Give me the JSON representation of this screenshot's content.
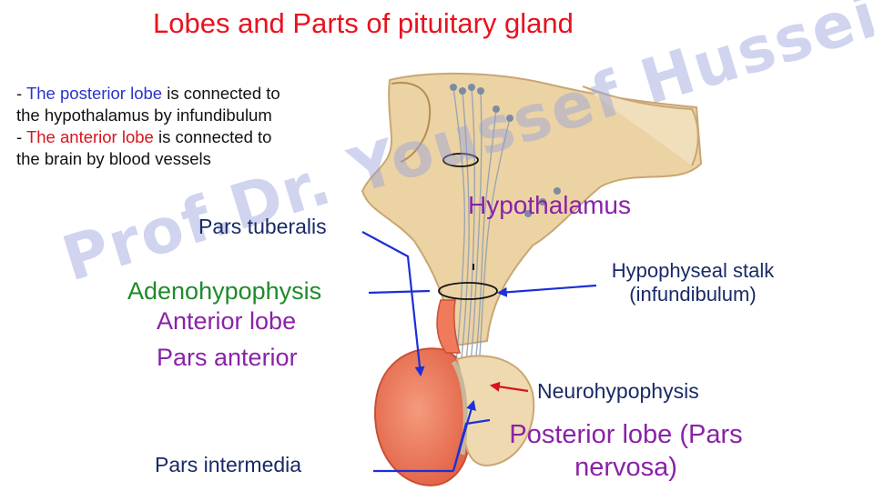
{
  "title": "Lobes and Parts of pituitary gland",
  "intro": {
    "line1_prefix": "- ",
    "line1_highlight": "The posterior lobe",
    "line1_rest": " is connected to",
    "line2": "the hypothalamus by infundibulum",
    "line3_prefix": "- ",
    "line3_highlight": "The anterior lobe",
    "line3_rest": " is connected to",
    "line4": "the brain by blood vessels"
  },
  "labels": {
    "pars_tuberalis": "Pars tuberalis",
    "adenohypophysis": "Adenohypophysis",
    "anterior_lobe": "Anterior lobe",
    "pars_anterior": "Pars anterior",
    "pars_intermedia": "Pars intermedia",
    "hypothalamus": "Hypothalamus",
    "stalk_line1": "Hypophyseal stalk",
    "stalk_line2": "(infundibulum)",
    "neurohypophysis": "Neurohypophysis",
    "posterior_line1": "Posterior lobe (Pars",
    "posterior_line2": "nervosa)"
  },
  "watermark": "Prof.Dr. Youssef Hussein",
  "colors": {
    "title": "#e8121f",
    "highlight_posterior": "#2a35c8",
    "highlight_anterior": "#d8141c",
    "label_navy": "#1a2a66",
    "label_green": "#1f8a2a",
    "label_purple": "#8a22a8",
    "arrow_blue": "#1c2fd8",
    "tissue": "#e9ce9c",
    "gland": "#ef7a5c"
  }
}
